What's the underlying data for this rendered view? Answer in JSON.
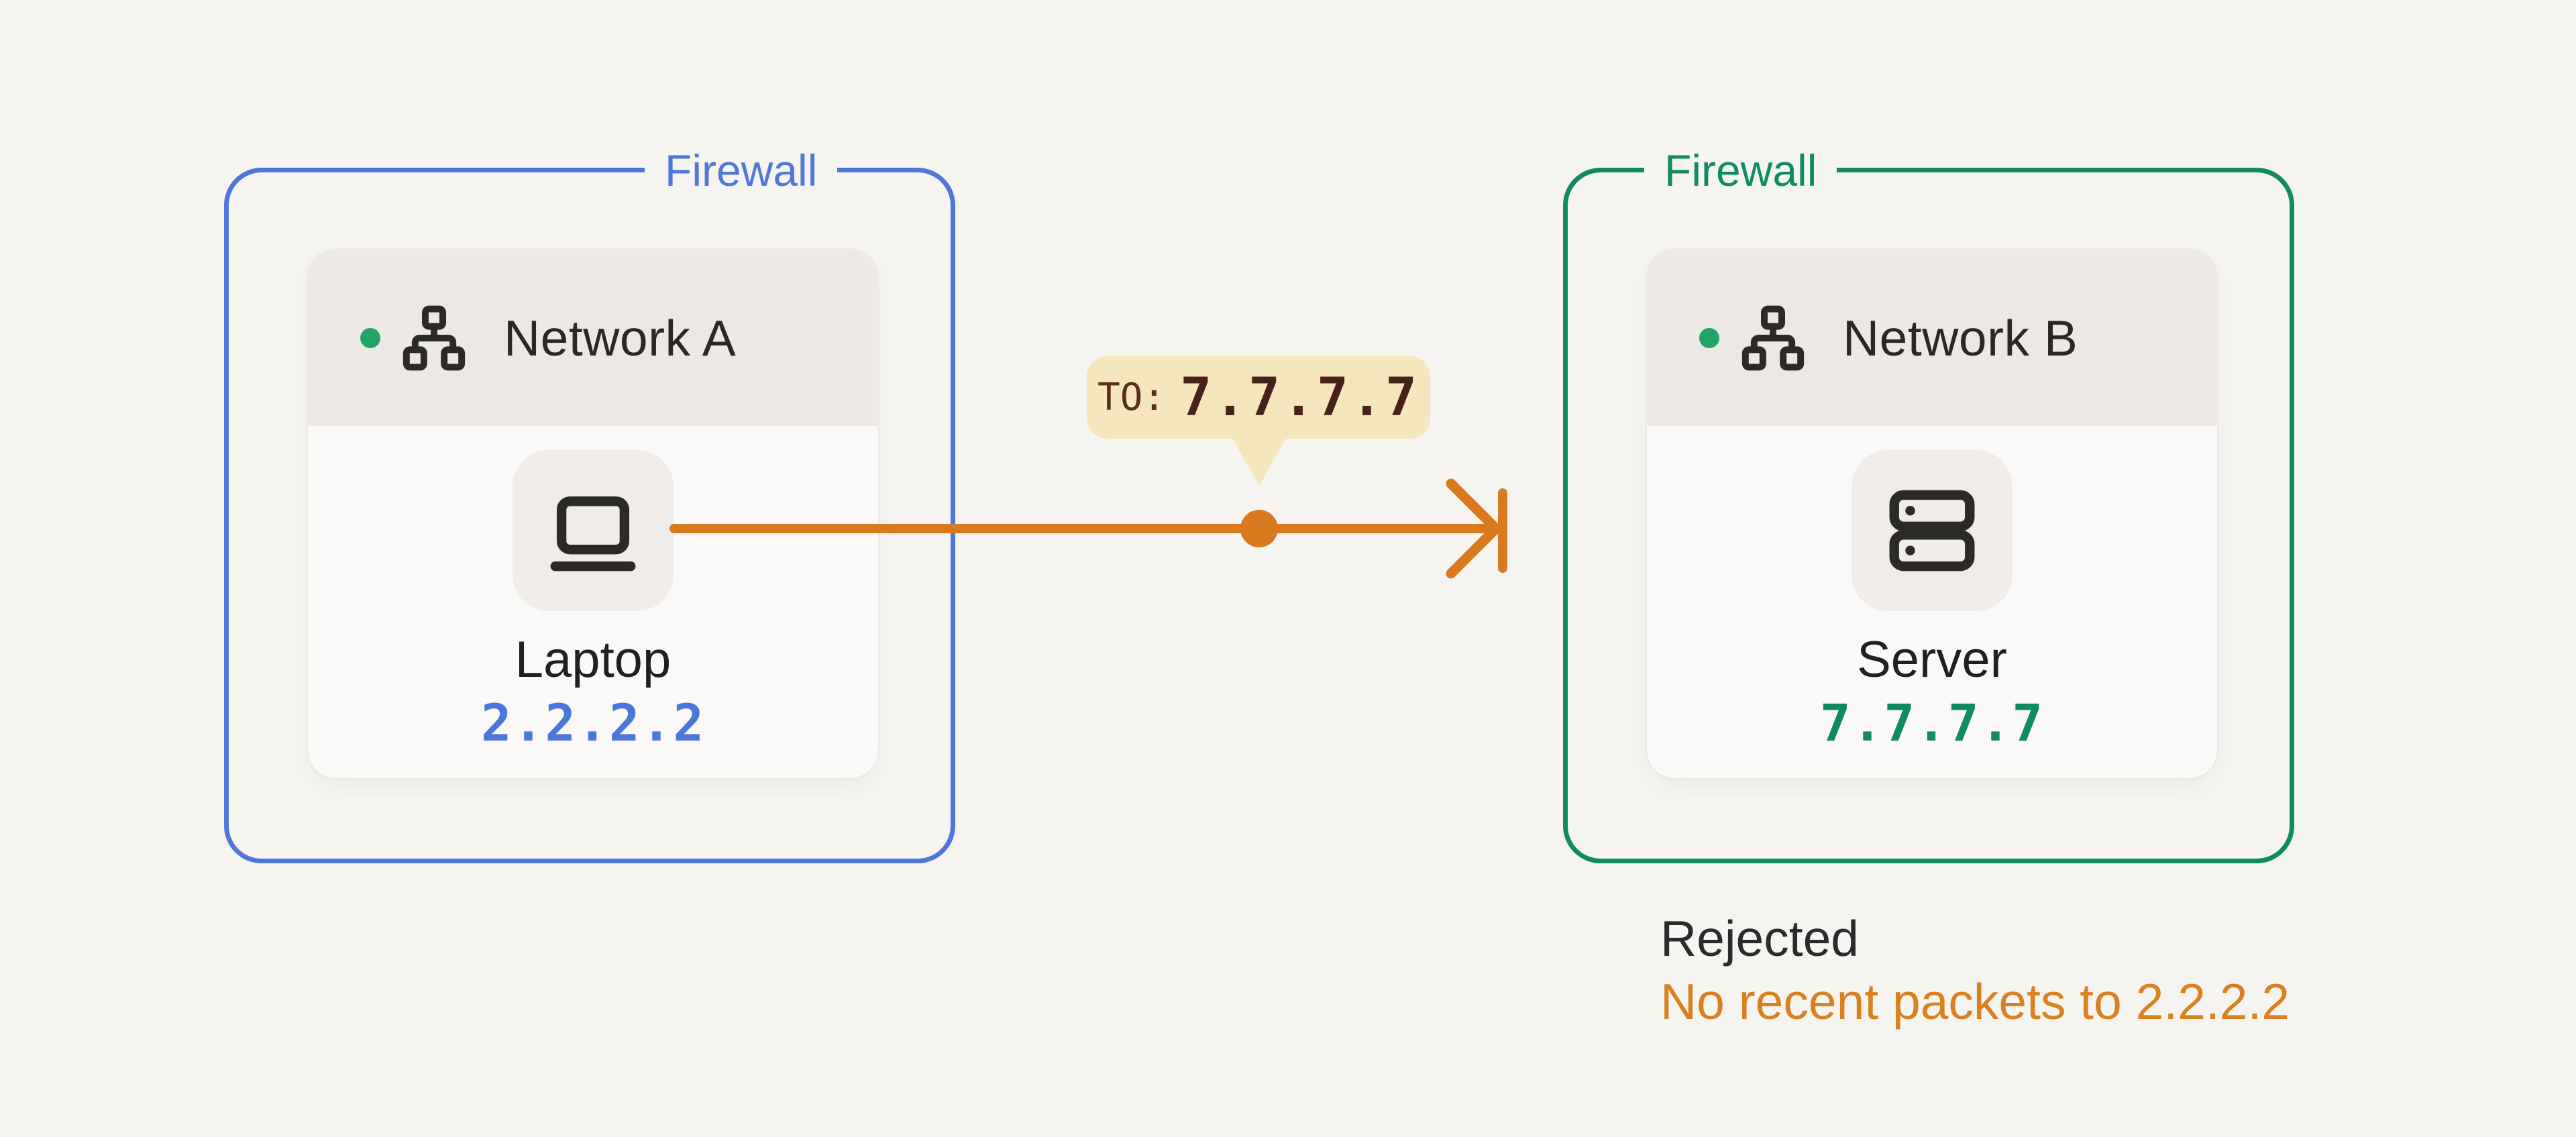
{
  "colors": {
    "page_bg": "#F5F4F1",
    "firewall_a": "#4E76DB",
    "firewall_b": "#0E8B60",
    "flow_orange": "#D97A1E",
    "badge_bg": "#F6E6BD",
    "badge_text": "#47221A",
    "online_dot": "#21A566"
  },
  "firewall_a": {
    "label": "Firewall",
    "network": {
      "name": "Network A",
      "device": "Laptop",
      "ip": "2.2.2.2"
    }
  },
  "firewall_b": {
    "label": "Firewall",
    "network": {
      "name": "Network B",
      "device": "Server",
      "ip": "7.7.7.7"
    }
  },
  "packet": {
    "prefix": "TO:",
    "destination": "7.7.7.7"
  },
  "status": {
    "title": "Rejected",
    "detail": "No recent packets to 2.2.2.2"
  }
}
